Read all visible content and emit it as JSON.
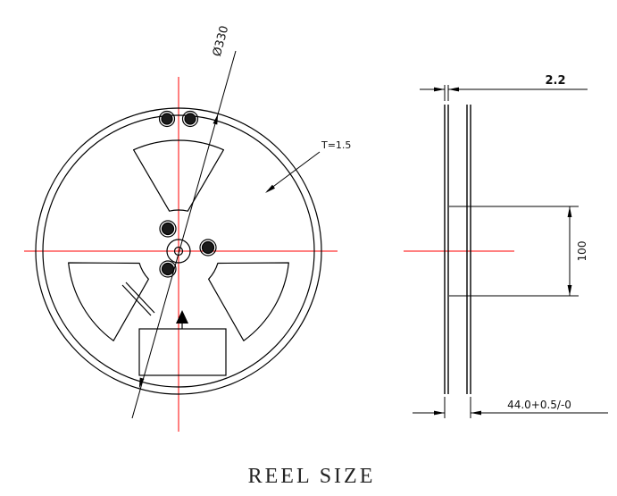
{
  "title": "REEL SIZE",
  "front_view": {
    "diameter_label": "Ø330",
    "thickness_label": "T=1.5"
  },
  "side_view": {
    "flange_thickness_label": "2.2",
    "hub_diameter_label": "100",
    "overall_width_label": "44.0+0.5/-0"
  },
  "colors": {
    "drawing_line": "#000000",
    "centerline": "#ff0000",
    "background": "#ffffff"
  }
}
